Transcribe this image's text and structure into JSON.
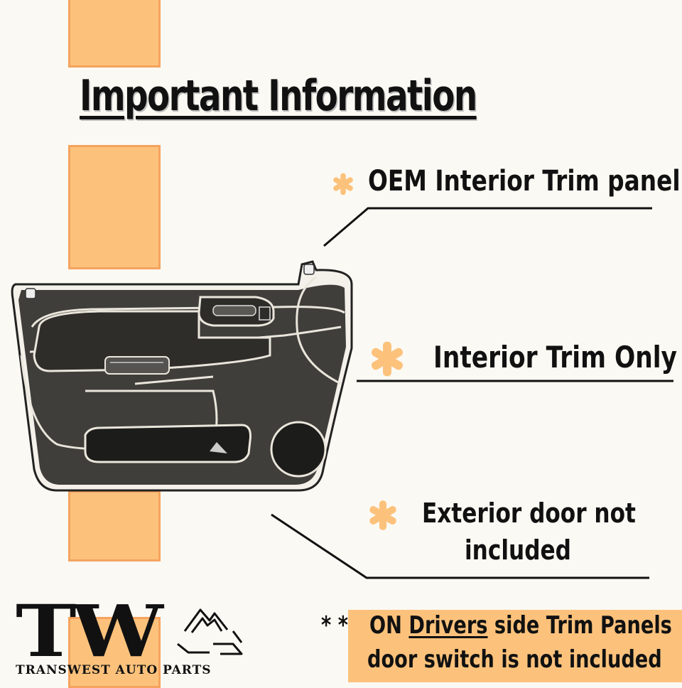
{
  "title": "Important Information",
  "features": [
    {
      "label": "OEM Interior Trim panel"
    },
    {
      "label": "Interior Trim Only"
    },
    {
      "label_line1": "Exterior door not",
      "label_line2": "included"
    }
  ],
  "note": {
    "prefix": "* * ",
    "line1_pre": "ON ",
    "line1_emph": "Drivers",
    "line1_post": " side Trim Panels",
    "line2": "door switch is not included"
  },
  "logo": {
    "initials": "TW",
    "name": "TRANSWEST AUTO PARTS"
  },
  "colors": {
    "accent": "#fcc27c",
    "accent_border": "#f5a35e",
    "background": "#fbf9f3",
    "text": "#111111"
  }
}
